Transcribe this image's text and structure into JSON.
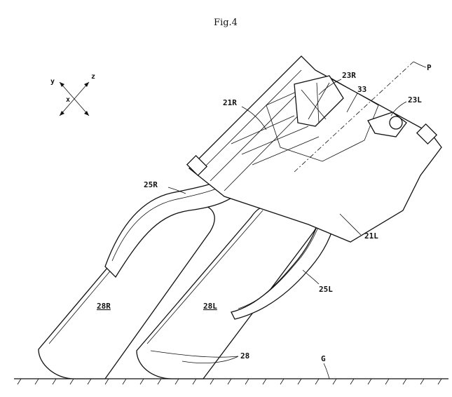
{
  "figure": {
    "title": "Fig.4"
  },
  "axes": {
    "x": "x",
    "y": "y",
    "z": "z"
  },
  "labels": {
    "ref_23R": "23R",
    "ref_33": "33",
    "ref_P": "P",
    "ref_21R": "21R",
    "ref_23L": "23L",
    "ref_25R": "25R",
    "ref_21L": "21L",
    "ref_25L": "25L",
    "ref_28R": "28R",
    "ref_28L": "28L",
    "ref_28": "28",
    "ref_G": "G"
  }
}
